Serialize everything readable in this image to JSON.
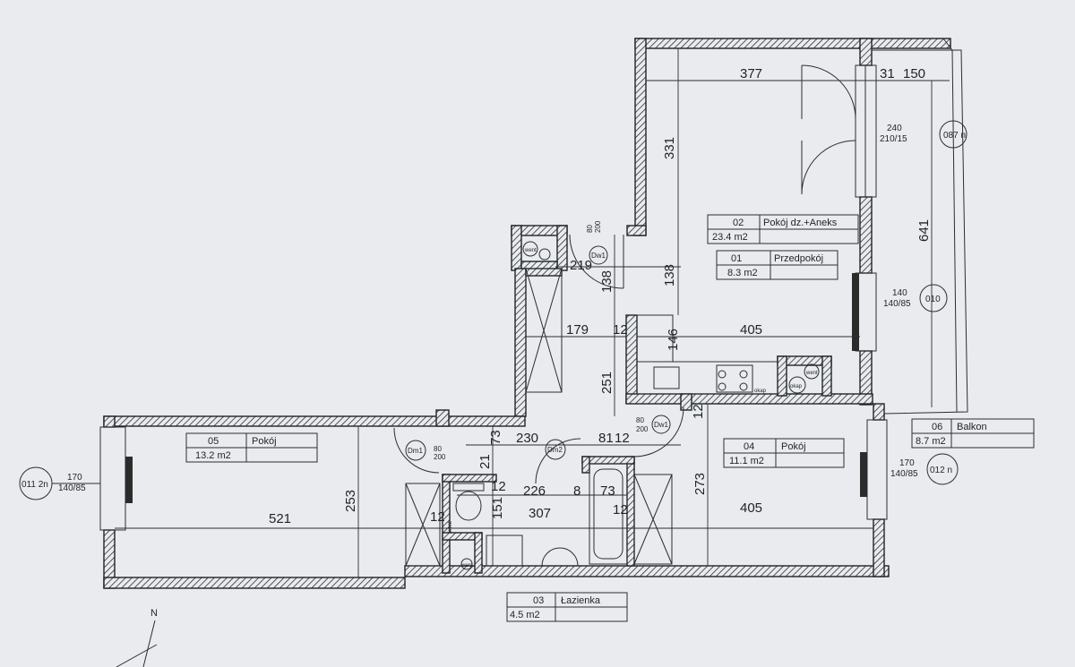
{
  "rooms": [
    {
      "no": "01",
      "name": "Przedpokój",
      "area": "8.3 m2"
    },
    {
      "no": "02",
      "name": "Pokój dz.+Aneks",
      "area": "23.4 m2"
    },
    {
      "no": "03",
      "name": "Łazienka",
      "area": "4.5 m2"
    },
    {
      "no": "04",
      "name": "Pokój",
      "area": "11.1 m2"
    },
    {
      "no": "05",
      "name": "Pokój",
      "area": "13.2 m2"
    },
    {
      "no": "06",
      "name": "Balkon",
      "area": "8.7 m2"
    }
  ],
  "dimensions": {
    "d377": "377",
    "d31": "31",
    "d150": "150",
    "d331": "331",
    "d641": "641",
    "d219": "219",
    "d138a": "138",
    "d138b": "138",
    "d179": "179",
    "d12a": "12",
    "d405a": "405",
    "d146": "146",
    "d251": "251",
    "d12b": "12",
    "d230": "230",
    "d73a": "73",
    "d81": "81",
    "d12c": "12",
    "d21": "21",
    "d226": "226",
    "d8": "8",
    "d73b": "73",
    "d151": "151",
    "d307": "307",
    "d12d": "12",
    "d12e": "12",
    "d521": "521",
    "d253": "253",
    "d273": "273",
    "d405b": "405",
    "d12f": "12"
  },
  "openings": {
    "o087": {
      "tag": "087 n",
      "line1": "240",
      "line2": "210/15"
    },
    "o010": {
      "tag": "010",
      "line1": "140",
      "line2": "140/85"
    },
    "o011": {
      "tag": "011 2n",
      "line1": "170",
      "line2": "140/85"
    },
    "o012": {
      "tag": "012 n",
      "line1": "170",
      "line2": "140/85"
    }
  },
  "doors": {
    "dw1a": {
      "tag": "Dw1",
      "size_w": "80",
      "size_h": "200"
    },
    "dw1b": {
      "tag": "Dw1",
      "size_w": "80",
      "size_h": "200"
    },
    "dm1": {
      "tag": "Dm1",
      "size_w": "80",
      "size_h": "200"
    },
    "dm2": {
      "tag": "Dm2"
    }
  },
  "fixtures": {
    "wm1": "went",
    "wm2": "went",
    "wm3": "went",
    "wm4": "went",
    "hood": "okap",
    "hood2": "okap"
  },
  "compass": {
    "north": "N"
  }
}
